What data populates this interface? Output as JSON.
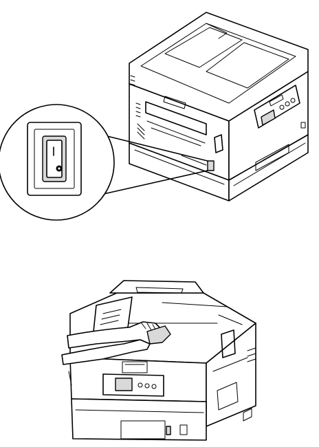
{
  "figure": {
    "panels": [
      {
        "id": "power-switch-illustration",
        "icon": "printer-power-switch-drawing"
      },
      {
        "id": "cleaning-illustration",
        "icon": "printer-cleaning-drawing"
      }
    ],
    "stroke_color": "#000000",
    "background_color": "#ffffff",
    "shade_color": "#d9d9d9"
  }
}
